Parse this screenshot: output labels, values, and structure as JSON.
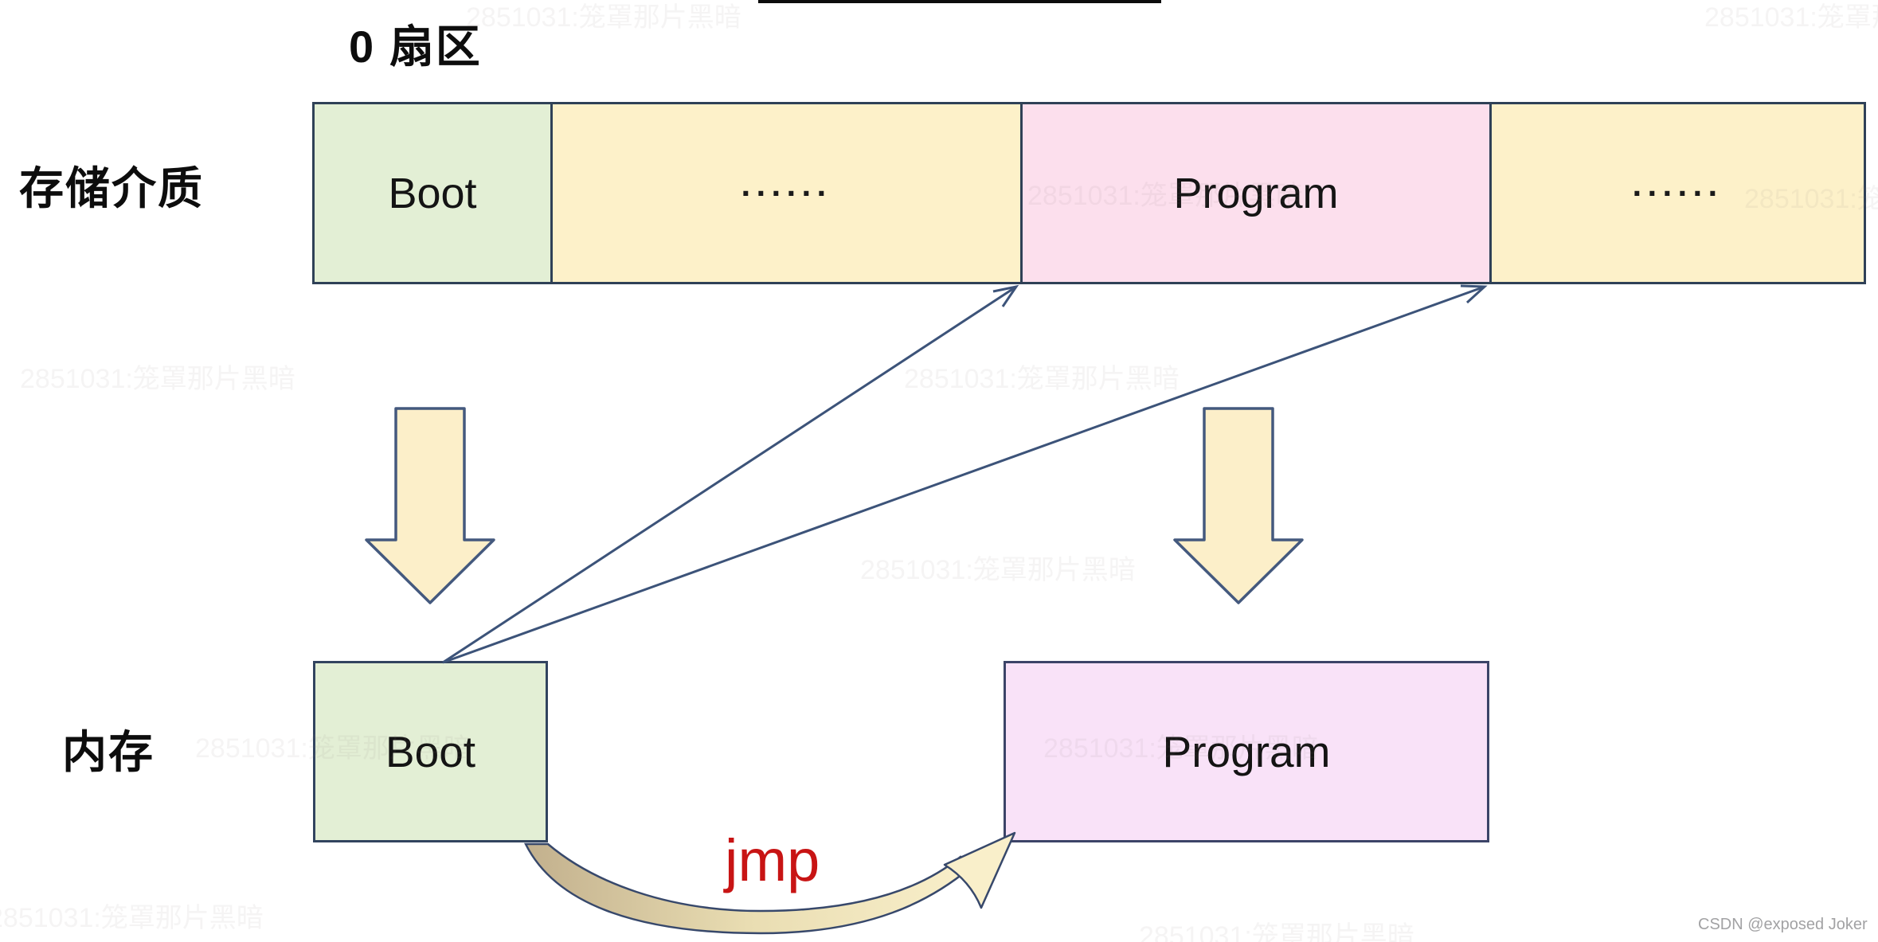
{
  "diagram_title": "0 扇区",
  "row_labels": {
    "storage": "存储介质",
    "memory": "内存"
  },
  "storage_bar": {
    "segments": [
      {
        "name": "boot",
        "label": "Boot",
        "color": "#e3efd5"
      },
      {
        "name": "gap-1",
        "label": "······",
        "color": "#fdf1c9"
      },
      {
        "name": "program",
        "label": "Program",
        "color": "#fcdfed"
      },
      {
        "name": "gap-2",
        "label": "······",
        "color": "#fdf1c9"
      }
    ]
  },
  "memory_boxes": {
    "boot": {
      "label": "Boot",
      "color": "#e3efd5"
    },
    "program": {
      "label": "Program",
      "color": "#f9e2f8"
    }
  },
  "jump_label": "jmp",
  "watermarks": {
    "csdn": "CSDN @exposed Joker",
    "faint": "2851031:笼罩那片黑暗"
  },
  "colors": {
    "box_border": "#2f4157",
    "block_arrow_fill": "#fcefc9",
    "block_arrow_stroke": "#44597e",
    "thin_arrow": "#3c5379",
    "jmp_red": "#c81414",
    "band_tan": "#c2b08d",
    "band_cream": "#f9efca",
    "band_outline": "#37486b"
  }
}
